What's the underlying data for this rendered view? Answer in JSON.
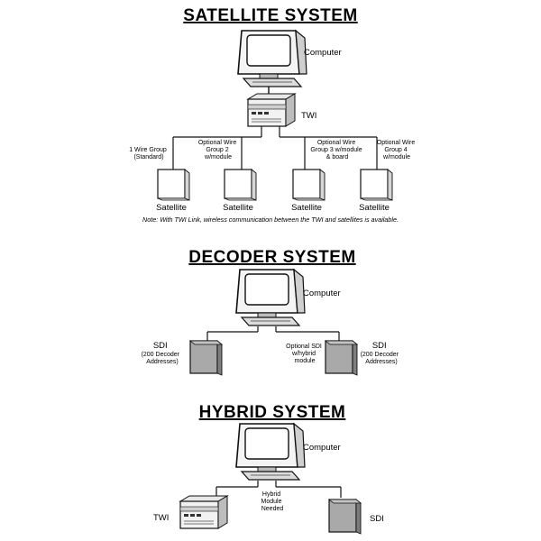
{
  "satellite": {
    "title": "SATELLITE SYSTEM",
    "computer_label": "Computer",
    "twi_label": "TWI",
    "groups": [
      [
        "1 Wire Group",
        "(Standard)"
      ],
      [
        "Optional Wire",
        "Group 2",
        "w/module"
      ],
      [
        "Optional Wire",
        "Group 3 w/module",
        "& board"
      ],
      [
        "Optional Wire",
        "Group 4",
        "w/module"
      ]
    ],
    "satellite_label": "Satellite",
    "note": "Note: With TWI Link, wireless communication between the TWI and satellites is available."
  },
  "decoder": {
    "title": "DECODER SYSTEM",
    "computer_label": "Computer",
    "sdi_left": [
      "SDI",
      "(200 Decoder",
      "Addresses)"
    ],
    "optional_sdi": [
      "Optional SDI",
      "w/hybrid",
      "module"
    ],
    "sdi_right": [
      "SDI",
      "(200 Decoder",
      "Addresses)"
    ]
  },
  "hybrid": {
    "title": "HYBRID SYSTEM",
    "computer_label": "Computer",
    "module_note": [
      "Hybrid",
      "Module",
      "Needed"
    ],
    "twi_label": "TWI",
    "sdi_label": "SDI"
  }
}
